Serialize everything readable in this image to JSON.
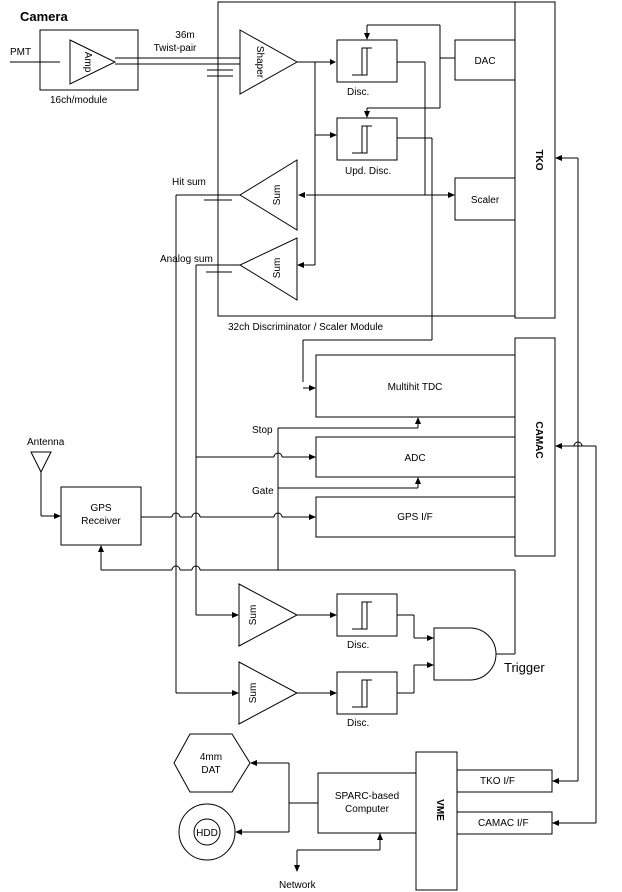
{
  "title": "Camera",
  "labels": {
    "pmt": "PMT",
    "amp": "Amp",
    "module_16ch": "16ch/module",
    "cable_36m": "36m",
    "twist_pair": "Twist-pair",
    "shaper": "Shaper",
    "disc": "Disc.",
    "upd_disc": "Upd. Disc.",
    "dac": "DAC",
    "scaler": "Scaler",
    "tko": "TKO",
    "hit_sum": "Hit sum",
    "analog_sum": "Analog sum",
    "sum": "Sum",
    "disc_module": "32ch Discriminator / Scaler Module",
    "multihit_tdc": "Multihit TDC",
    "stop": "Stop",
    "adc": "ADC",
    "gate": "Gate",
    "gps_if": "GPS I/F",
    "camac": "CAMAC",
    "antenna": "Antenna",
    "gps_receiver_1": "GPS",
    "gps_receiver_2": "Receiver",
    "trigger": "Trigger",
    "dat_1": "4mm",
    "dat_2": "DAT",
    "hdd": "HDD",
    "computer_1": "SPARC-based",
    "computer_2": "Computer",
    "vme": "VME",
    "tko_if": "TKO I/F",
    "camac_if": "CAMAC I/F",
    "network": "Network"
  }
}
